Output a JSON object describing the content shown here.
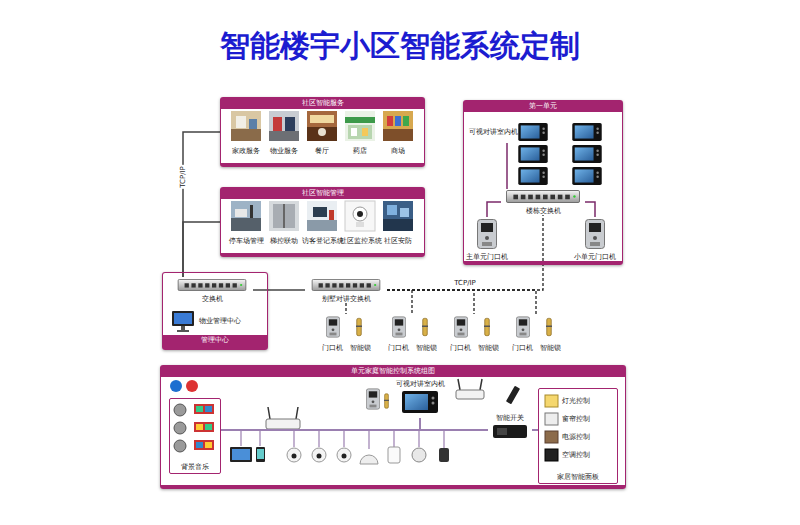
{
  "diagram": {
    "title": "智能楼宇小区智能系统定制",
    "nodes": [
      {
        "text": [
          "社区智能服务"
        ]
      },
      {
        "text": [
          "家政服务"
        ],
        "in": 0
      },
      {
        "text": [
          "物业服务"
        ],
        "in": 0
      },
      {
        "text": [
          "餐厅"
        ],
        "in": 0
      },
      {
        "text": [
          "药店"
        ],
        "in": 0
      },
      {
        "text": [
          "商场"
        ],
        "in": 0
      },
      {
        "text": [
          "社区智能管理"
        ]
      },
      {
        "text": [
          "停车场管理"
        ],
        "in": 6
      },
      {
        "text": [
          "梯控联动"
        ],
        "in": 6
      },
      {
        "text": [
          "访客登记系统"
        ],
        "in": 6
      },
      {
        "text": [
          "社区监控系统"
        ],
        "in": 6
      },
      {
        "text": [
          "社区安防"
        ],
        "in": 6
      },
      {
        "text": [
          "第一单元"
        ]
      },
      {
        "text": [
          "可视对讲室内机"
        ],
        "in": 12
      },
      {
        "text": [
          "楼栋交换机"
        ],
        "in": 12
      },
      {
        "text": [
          "主单元门口机"
        ],
        "in": 12
      },
      {
        "text": [
          "小单元门口机"
        ],
        "in": 12
      },
      {
        "text": [
          "管理中心"
        ]
      },
      {
        "text": [
          "交换机"
        ],
        "in": 17
      },
      {
        "text": [
          "物业管理中心"
        ],
        "in": 17
      },
      {
        "text": [
          "别墅对讲交换机"
        ]
      },
      {
        "text": [
          "门口机",
          "智能锁"
        ]
      },
      {
        "text": [
          "门口机",
          "智能锁"
        ]
      },
      {
        "text": [
          "门口机",
          "智能锁"
        ]
      },
      {
        "text": [
          "门口机",
          "智能锁"
        ]
      },
      {
        "text": [
          "单元家庭智能控制系统组图"
        ]
      },
      {
        "text": [
          "背景音乐"
        ],
        "in": 25
      },
      {
        "text": [
          "可视对讲室内机"
        ],
        "in": 25
      },
      {
        "text": [
          "智能开关"
        ],
        "in": 25
      },
      {
        "text": [
          "家居智能面板"
        ],
        "in": 25
      },
      {
        "text": [
          "灯光控制"
        ],
        "in": 29
      },
      {
        "text": [
          "窗帘控制"
        ],
        "in": 29
      },
      {
        "text": [
          "电源控制"
        ],
        "in": 29
      },
      {
        "text": [
          "空调控制"
        ],
        "in": 29
      }
    ],
    "edges": [
      {
        "from": 18,
        "to": 0,
        "label": "TCP/IP",
        "arrow": "none"
      },
      {
        "from": 18,
        "to": 6,
        "arrow": "none"
      },
      {
        "from": 18,
        "to": 20,
        "arrow": "none"
      },
      {
        "from": 20,
        "to": 14,
        "label": "TCP/IP",
        "arrow": "none"
      },
      {
        "from": 20,
        "to": 21,
        "arrow": "none"
      },
      {
        "from": 20,
        "to": 22,
        "arrow": "none"
      },
      {
        "from": 20,
        "to": 23,
        "arrow": "none"
      },
      {
        "from": 20,
        "to": 24,
        "arrow": "none"
      },
      {
        "from": 14,
        "to": 13,
        "arrow": "none"
      },
      {
        "from": 14,
        "to": 15,
        "arrow": "none"
      },
      {
        "from": 14,
        "to": 16,
        "arrow": "none"
      },
      {
        "from": 26,
        "to": 28,
        "arrow": "none"
      },
      {
        "from": 27,
        "to": 28,
        "arrow": "none"
      },
      {
        "from": 28,
        "to": 29,
        "arrow": "none"
      }
    ]
  }
}
